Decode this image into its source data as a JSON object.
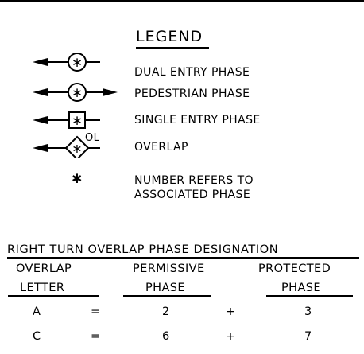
{
  "legend": {
    "title": "LEGEND",
    "items": [
      {
        "symbol": "dual-entry-symbol",
        "label": "DUAL ENTRY PHASE"
      },
      {
        "symbol": "pedestrian-symbol",
        "label": "PEDESTRIAN PHASE"
      },
      {
        "symbol": "single-entry-symbol",
        "label": "SINGLE ENTRY PHASE"
      },
      {
        "symbol": "overlap-symbol",
        "label": "OVERLAP",
        "symbol_text": "OL"
      }
    ],
    "note_symbol": "✱",
    "note_line1": "NUMBER REFERS TO",
    "note_line2": "ASSOCIATED PHASE"
  },
  "overlap_table": {
    "title": "RIGHT TURN OVERLAP PHASE DESIGNATION",
    "headers": {
      "col1_line1": "OVERLAP",
      "col1_line2": "LETTER",
      "col2_line1": "PERMISSIVE",
      "col2_line2": "PHASE",
      "col3_line1": "PROTECTED",
      "col3_line2": "PHASE"
    },
    "rows": [
      {
        "letter": "A",
        "eq": "=",
        "permissive": "2",
        "plus": "+",
        "protected": "3"
      },
      {
        "letter": "C",
        "eq": "=",
        "permissive": "6",
        "plus": "+",
        "protected": "7"
      }
    ]
  }
}
